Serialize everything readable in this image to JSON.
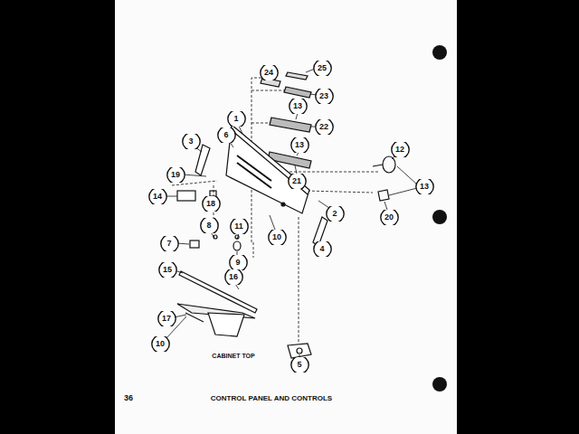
{
  "diagram": {
    "caption": "CONTROL PANEL AND CONTROLS",
    "nodes": [
      {
        "text": [
          "25"
        ]
      },
      {
        "text": [
          "24"
        ]
      },
      {
        "text": [
          "23"
        ]
      },
      {
        "text": [
          "13"
        ]
      },
      {
        "text": [
          "1"
        ]
      },
      {
        "text": [
          "22"
        ]
      },
      {
        "text": [
          "6"
        ]
      },
      {
        "text": [
          "3"
        ]
      },
      {
        "text": [
          "12"
        ]
      },
      {
        "text": [
          "13"
        ]
      },
      {
        "text": [
          "19"
        ]
      },
      {
        "text": [
          "21"
        ]
      },
      {
        "text": [
          "13"
        ]
      },
      {
        "text": [
          "14"
        ]
      },
      {
        "text": [
          "18"
        ]
      },
      {
        "text": [
          "2"
        ]
      },
      {
        "text": [
          "20"
        ]
      },
      {
        "text": [
          "8"
        ]
      },
      {
        "text": [
          "11"
        ]
      },
      {
        "text": [
          "10"
        ]
      },
      {
        "text": [
          "7"
        ]
      },
      {
        "text": [
          "4"
        ]
      },
      {
        "text": [
          "9"
        ]
      },
      {
        "text": [
          "15"
        ]
      },
      {
        "text": [
          "16"
        ]
      },
      {
        "text": [
          "17"
        ]
      },
      {
        "text": [
          "10"
        ]
      },
      {
        "text": [
          "5"
        ]
      }
    ],
    "labels": [
      "CABINET TOP",
      "36"
    ]
  }
}
